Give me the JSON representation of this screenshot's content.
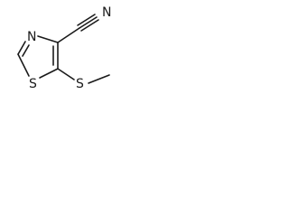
{
  "structure": {
    "atoms": {
      "thiazole_nitrogen": "N",
      "thiazole_sulfur": "S",
      "nitrile_nitrogen": "N",
      "thioether_sulfur": "S"
    }
  }
}
